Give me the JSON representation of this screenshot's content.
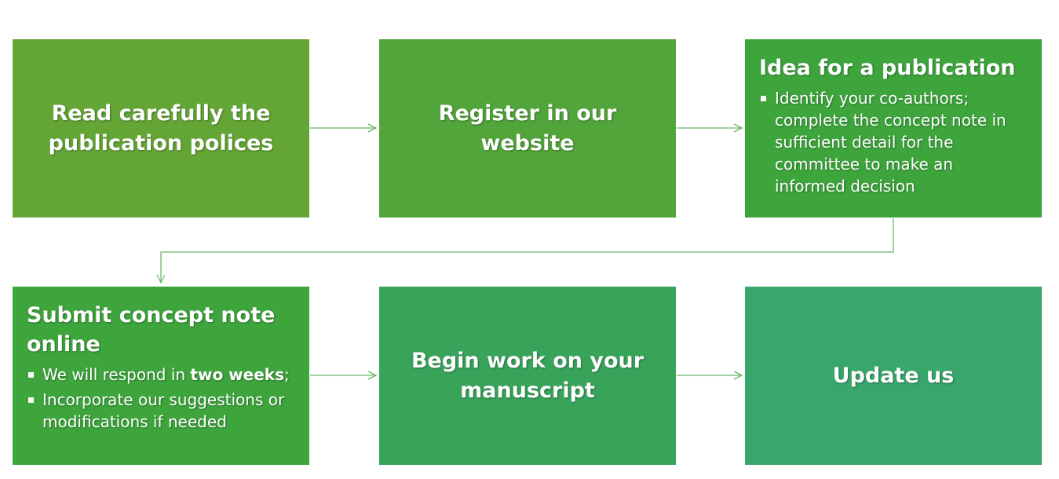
{
  "colors": {
    "box1": "#64a636",
    "box2": "#52a53a",
    "box3": "#3ea53d",
    "box4": "#3ea53d",
    "box5": "#38a45a",
    "box6": "#38a76c",
    "connector": "#6cb86a"
  },
  "steps": [
    {
      "title": "Read carefully the publication polices"
    },
    {
      "title": "Register in our website"
    },
    {
      "title": "Idea for a publication",
      "bullets": [
        "Identify your co-authors; complete the concept note in sufficient detail for the committee to make an informed decision"
      ]
    },
    {
      "title": "Submit concept note online",
      "bullets": [
        {
          "before": "We will respond in ",
          "bold": "two weeks",
          "after": ";"
        },
        {
          "text": "Incorporate our suggestions or modifications if needed"
        }
      ]
    },
    {
      "title": "Begin work on your manuscript"
    },
    {
      "title": "Update us"
    }
  ]
}
